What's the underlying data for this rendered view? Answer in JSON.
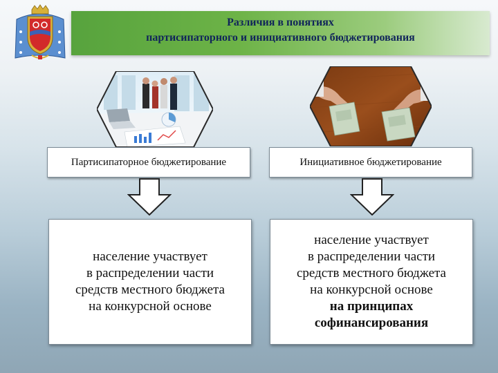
{
  "header": {
    "title_line1": "Различия в понятиях",
    "title_line2": "партисипаторного и инициативного бюджетирования"
  },
  "left": {
    "label": "Партисипаторное бюджетирование",
    "desc": [
      "население участвует",
      "в распределении части",
      "средств местного бюджета",
      "на конкурсной основе"
    ]
  },
  "right": {
    "label": "Инициативное бюджетирование",
    "desc": [
      "население участвует",
      "в распределении части",
      "средств местного бюджета",
      "на конкурсной основе"
    ],
    "desc_bold": [
      "на принципах",
      "софинансирования"
    ]
  },
  "colors": {
    "banner_green": "#5fa83f",
    "title_navy": "#10245a"
  },
  "icons": {
    "logo": "orenburg-coat-of-arms-icon",
    "arrow": "down-arrow-icon"
  }
}
